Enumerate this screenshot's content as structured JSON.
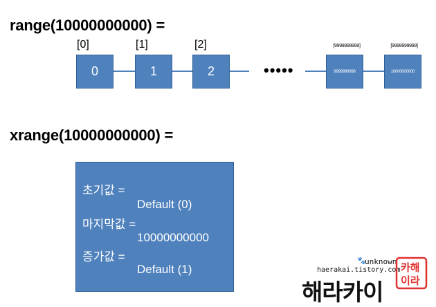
{
  "range": {
    "title": "range(10000000000)  =",
    "elements": [
      {
        "index": "[0]",
        "value": "0"
      },
      {
        "index": "[1]",
        "value": "1"
      },
      {
        "index": "[2]",
        "value": "2"
      },
      {
        "index": "[9999999999]",
        "value": "9999999998"
      },
      {
        "index": "[9999999999]",
        "value": "10000000000"
      }
    ],
    "ellipsis": "•••••"
  },
  "xrange": {
    "title": "xrange(10000000000)  =",
    "initial_label": "초기값 =",
    "initial_value": "Default (0)",
    "final_label": "마지막값 =",
    "final_value": "10000000000",
    "step_label": "증가값 =",
    "step_value": "Default (1)"
  },
  "watermark": {
    "unknown": "unknown",
    "url": "haerakai.tistory.com",
    "brand": "해라카이",
    "stamp": "카해 이라"
  }
}
